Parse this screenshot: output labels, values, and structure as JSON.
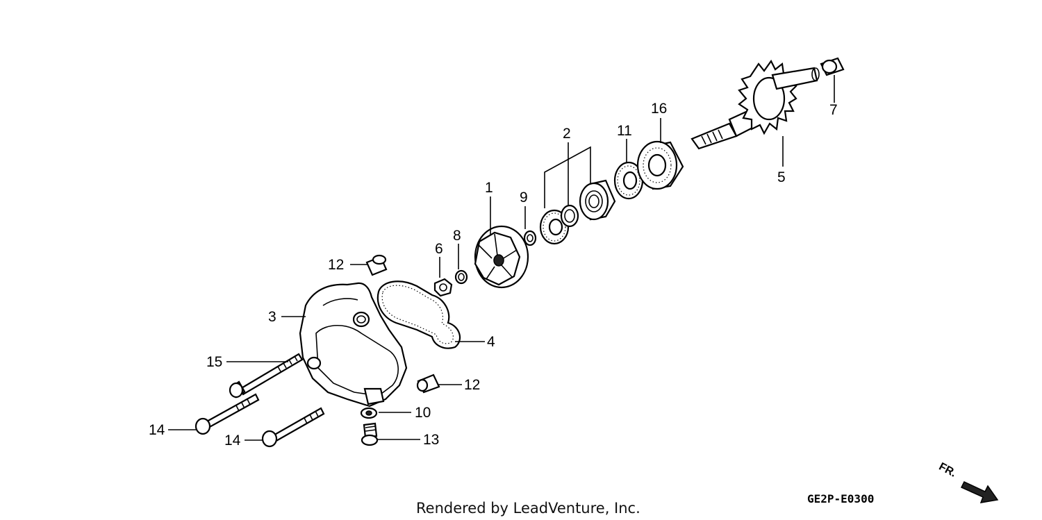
{
  "diagram": {
    "callouts": [
      "1",
      "2",
      "3",
      "4",
      "5",
      "6",
      "7",
      "8",
      "9",
      "10",
      "11",
      "12",
      "12",
      "13",
      "14",
      "14",
      "15",
      "16"
    ],
    "footer": "Rendered by LeadVenture, Inc.",
    "code": "GE2P-E0300",
    "direction": "FR."
  }
}
